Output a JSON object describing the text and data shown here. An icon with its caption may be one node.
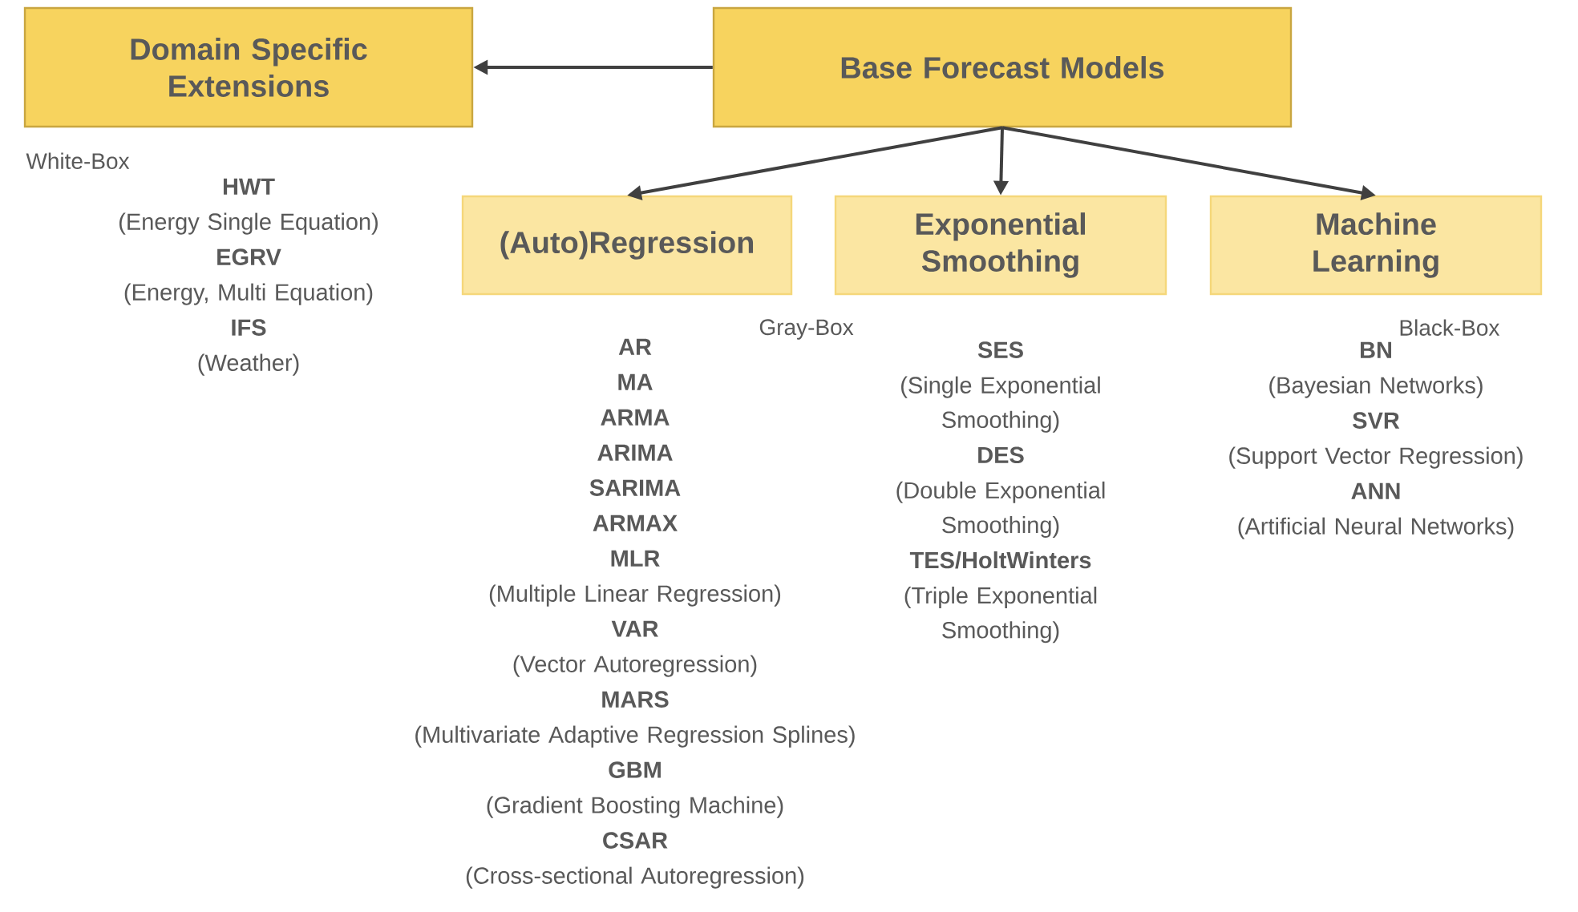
{
  "diagram": {
    "nodes": [
      {
        "text": [
          "Domain Specific Extensions"
        ]
      },
      {
        "text": [
          "Base Forecast Models"
        ]
      },
      {
        "text": [
          "(Auto)Regression"
        ]
      },
      {
        "text": [
          "Exponential Smoothing"
        ]
      },
      {
        "text": [
          "Machine Learning"
        ]
      }
    ],
    "edges": [
      {
        "from": 1,
        "to": 0,
        "arrow": "to"
      },
      {
        "from": 1,
        "to": 2,
        "arrow": "to"
      },
      {
        "from": 1,
        "to": 3,
        "arrow": "to"
      },
      {
        "from": 1,
        "to": 4,
        "arrow": "to"
      }
    ],
    "labels": [
      "White-Box",
      "HWT",
      "(Energy Single Equation)",
      "EGRV",
      "(Energy, Multi Equation)",
      "IFS",
      "(Weather)",
      "Gray-Box",
      "AR",
      "MA",
      "ARMA",
      "ARIMA",
      "SARIMA",
      "ARMAX",
      "MLR",
      "(Multiple Linear Regression)",
      "VAR",
      "(Vector Autoregression)",
      "MARS",
      "(Multivariate Adaptive Regression Splines)",
      "GBM",
      "(Gradient Boosting Machine)",
      "CSAR",
      "(Cross-sectional Autoregression)",
      "SES",
      "(Single Exponential Smoothing)",
      "DES",
      "(Double Exponential Smoothing)",
      "TES/HoltWinters",
      "(Triple Exponential Smoothing)",
      "Black-Box",
      "BN",
      "(Bayesian Networks)",
      "SVR",
      "(Support Vector Regression)",
      "ANN",
      "(Artificial Neural Networks)"
    ]
  }
}
